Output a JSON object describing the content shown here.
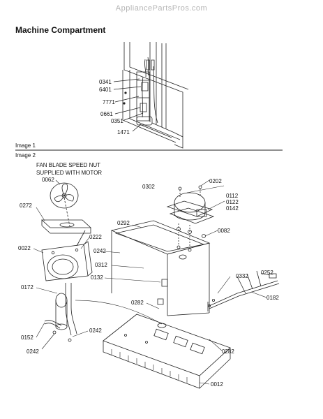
{
  "watermark": "AppliancePartsPros.com",
  "title": "Machine Compartment",
  "image1_label": "Image 1",
  "image2_label": "Image 2",
  "note_line1": "FAN BLADE SPEED NUT",
  "note_line2": "SUPPLIED WITH MOTOR",
  "image1_parts": [
    "0341",
    "6401",
    "7771",
    "0661",
    "0351",
    "1471"
  ],
  "image2_parts": [
    "0062",
    "0302",
    "0202",
    "0112",
    "0122",
    "0142",
    "0272",
    "0292",
    "0082",
    "0022",
    "0222",
    "0242",
    "0312",
    "0132",
    "0332",
    "0252",
    "0172",
    "0182",
    "0282",
    "0242",
    "0152",
    "0242",
    "0282",
    "0012"
  ]
}
